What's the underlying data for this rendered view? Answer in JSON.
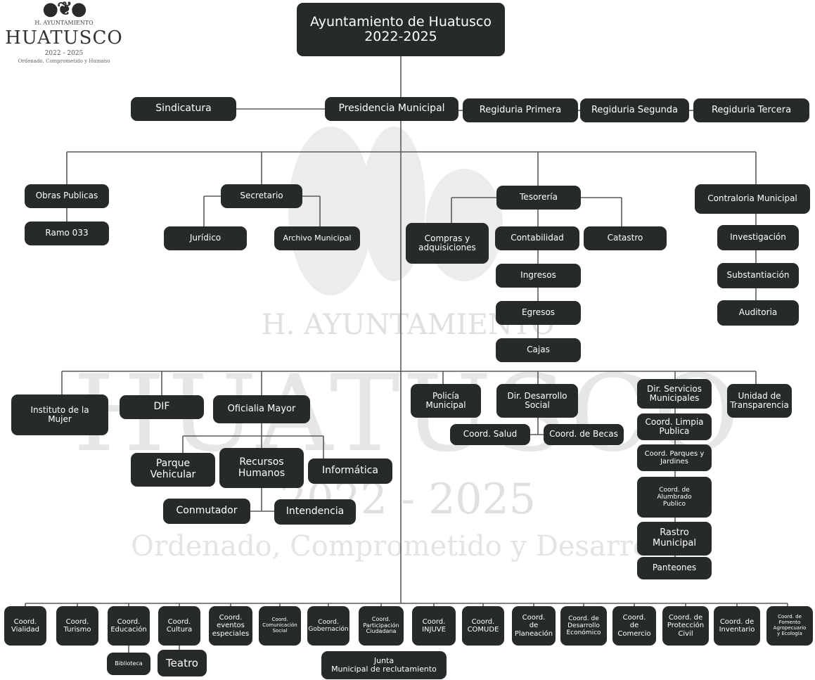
{
  "logo": {
    "small": "H. AYUNTAMIENTO",
    "big": "HUATUSCO",
    "years": "2022 - 2025",
    "motto": "Ordenado, Comprometido y Humano"
  },
  "watermark": {
    "top": "H. AYUNTAMIENTO",
    "big": "HUATUSCO",
    "years": "2022 - 2025",
    "motto": "Ordenado, Comprometido y Desarrollo"
  },
  "colors": {
    "box": "#262b29",
    "text": "#ffffff",
    "line": "#5a5a5a",
    "watermark": "#cfcfcf"
  },
  "org": {
    "ayuntamiento": "Ayuntamiento de Huatusco\n2022-2025",
    "sindicatura": "Sindicatura",
    "presidencia": "Presidencia Municipal",
    "regiduria_primera": "Regiduria Primera",
    "regiduria_segunda": "Regiduria Segunda",
    "regiduria_tercera": "Regiduria Tercera",
    "obras_publicas": "Obras Publicas",
    "ramo_033": "Ramo 033",
    "secretario": "Secretario",
    "juridico": "Jurídico",
    "archivo_municipal": "Archivo Municipal",
    "tesoreria": "Tesorería",
    "compras": "Compras y\nadquisiciones",
    "contabilidad": "Contabilidad",
    "catastro": "Catastro",
    "ingresos": "Ingresos",
    "egresos": "Egresos",
    "cajas": "Cajas",
    "contraloria": "Contraloria Municipal",
    "investigacion": "Investigación",
    "substantiacion": "Substantiación",
    "auditoria": "Auditoria",
    "instituto_mujer": "Instituto de la\nMujer",
    "dif": "DIF",
    "oficialia_mayor": "Oficialia Mayor",
    "parque_vehicular": "Parque\nVehicular",
    "recursos_humanos": "Recursos\nHumanos",
    "informatica": "Informática",
    "conmutador": "Conmutador",
    "intendencia": "Intendencia",
    "policia_municipal": "Policía\nMunicipal",
    "dir_desarrollo_social": "Dir. Desarrollo\nSocial",
    "coord_salud": "Coord. Salud",
    "coord_becas": "Coord. de Becas",
    "dir_servicios": "Dir. Servicios\nMunicipales",
    "coord_limpia": "Coord. Limpia\nPublica",
    "coord_parques": "Coord. Parques y\nJardines",
    "coord_alumbrado": "Coord. de\nAlumbrado\nPublico",
    "rastro": "Rastro\nMunicipal",
    "panteones": "Panteones",
    "unidad_transparencia": "Unidad de\nTransparencia",
    "coord_vialidad": "Coord.\nVialidad",
    "coord_turismo": "Coord.\nTurismo",
    "coord_educacion": "Coord.\nEducación",
    "coord_cultura": "Coord.\nCultura",
    "coord_eventos": "Coord.\neventos\nespeciales",
    "coord_comunicacion": "Coord.\nComunicación\nSocial",
    "coord_gobernacion": "Coord.\nGobernación",
    "coord_participacion": "Coord.\nParticipación\nCiudadana",
    "coord_injuve": "Coord.\nINJUVE",
    "coord_comude": "Coord.\nCOMUDE",
    "coord_planeacion": "Coord.\nde\nPlaneación",
    "coord_desarrollo_economico": "Coord. de\nDesarrollo\nEconómico",
    "coord_comercio": "Coord.\nde\nComercio",
    "coord_proteccion_civil": "Coord. de\nProtección\nCivil",
    "coord_inventario": "Coord. de\nInventario",
    "coord_fomento": "Coord. de\nFomento\nAgropecuario\ny Ecología",
    "biblioteca": "Biblioteca",
    "teatro": "Teatro",
    "junta_reclutamiento": "Junta\nMunicipal de reclutamiento"
  }
}
